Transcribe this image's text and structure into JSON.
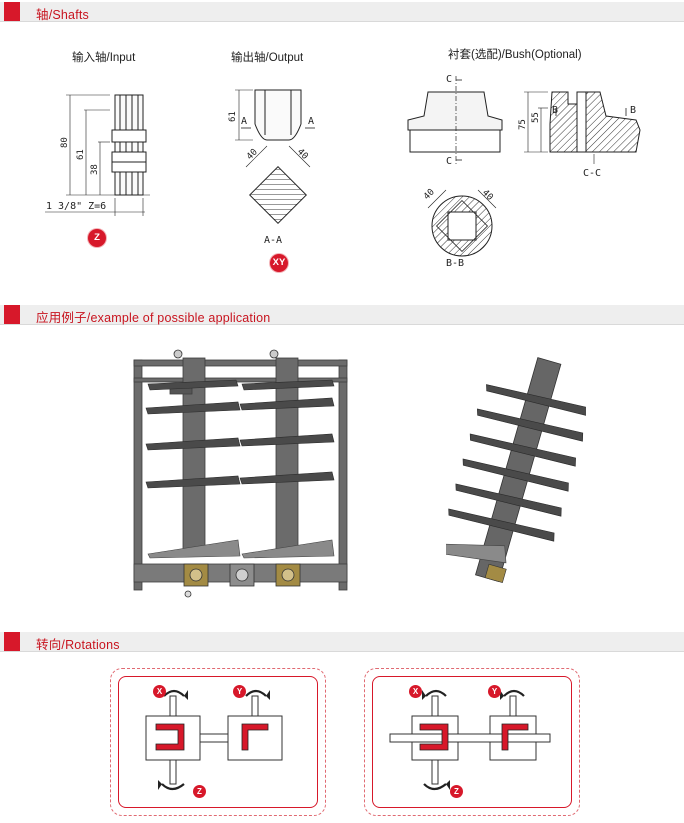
{
  "sections": {
    "shafts": "轴/Shafts",
    "application": "应用例子/example of possible application",
    "rotations": "转向/Rotations"
  },
  "shafts": {
    "input": {
      "caption": "输入轴/Input",
      "dims": {
        "total": "80",
        "mid": "61",
        "low": "38",
        "spline": "1 3/8\" Z=6"
      },
      "badge": "Z"
    },
    "output": {
      "caption": "输出轴/Output",
      "dims": {
        "height": "61",
        "sectionLeft": "A",
        "sectionRight": "A",
        "side1": "40",
        "side2": "40",
        "sectionLabel": "A-A"
      },
      "badge": "XY"
    },
    "bush": {
      "caption": "衬套(选配)/Bush(Optional)",
      "dims": {
        "cTop": "C",
        "cBottom": "C",
        "height1": "75",
        "height2": "55",
        "bLeft": "B",
        "bRight": "B",
        "sectionCC": "C-C",
        "side1": "40",
        "side2": "40",
        "sectionBB": "B-B"
      }
    }
  },
  "rotations": {
    "panel1": {
      "x": "X",
      "y": "Y",
      "z": "Z"
    },
    "panel2": {
      "x": "X",
      "y": "Y",
      "z": "Z"
    }
  },
  "colors": {
    "accent": "#d7182a",
    "bar": "#eeeeee",
    "metal": "#5a5a5a"
  }
}
